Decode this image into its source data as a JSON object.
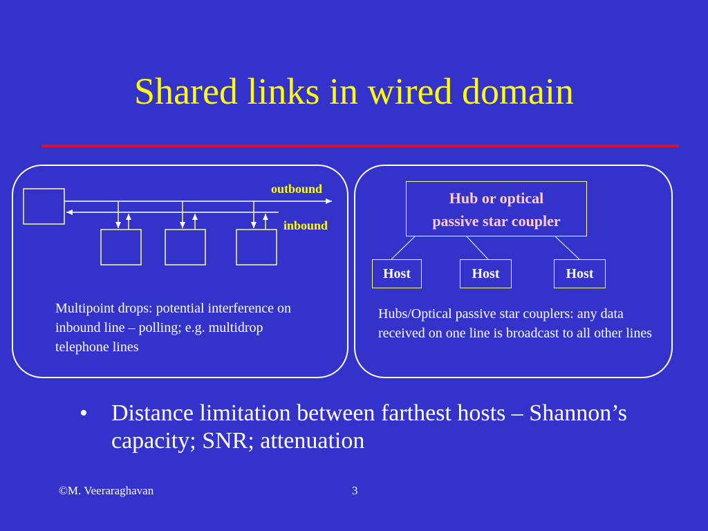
{
  "slide": {
    "title": "Shared links in wired domain",
    "bullet": "•",
    "bullet_text": "Distance limitation between farthest hosts – Shannon’s capacity; SNR; attenuation",
    "footer_credit": "©M. Veeraraghavan",
    "page_number": "3"
  },
  "left_diagram": {
    "outbound_label": "outbound",
    "inbound_label": "inbound",
    "caption": "Multipoint drops: potential interference on inbound line – polling; e.g. multidrop telephone lines"
  },
  "right_diagram": {
    "hub_label_line1": "Hub or optical",
    "hub_label_line2": "passive star coupler",
    "hosts": [
      "Host",
      "Host",
      "Host"
    ],
    "caption": "Hubs/Optical passive star couplers: any data received on one line is broadcast to all other lines"
  },
  "colors": {
    "background": "#3333cc",
    "title": "#ffff00",
    "rule": "#e0102a",
    "hub_text": "#ffccdd",
    "text": "#ffffff"
  }
}
